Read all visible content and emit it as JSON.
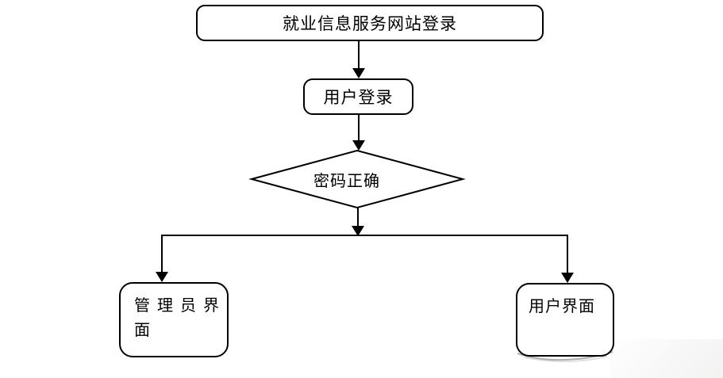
{
  "diagram": {
    "type": "flowchart",
    "background_color": "#ffffff",
    "line_color": "#000000",
    "nodes": {
      "start": {
        "label": "就业信息服务网站登录",
        "shape": "rounded-rectangle"
      },
      "user_login": {
        "label": "用户登录",
        "shape": "rounded-rectangle"
      },
      "password_check": {
        "label": "密码正确",
        "shape": "decision-diamond"
      },
      "admin_interface": {
        "label": "管理员界面",
        "display_lines": "管 理 员 界\n面",
        "shape": "rounded-rectangle"
      },
      "user_interface": {
        "label": "用户界面",
        "shape": "rounded-rectangle"
      }
    },
    "edges": [
      {
        "from": "start",
        "to": "user_login",
        "style": "arrow"
      },
      {
        "from": "user_login",
        "to": "password_check",
        "style": "arrow"
      },
      {
        "from": "password_check",
        "to": "admin_interface",
        "style": "arrow"
      },
      {
        "from": "password_check",
        "to": "user_interface",
        "style": "arrow"
      }
    ]
  }
}
